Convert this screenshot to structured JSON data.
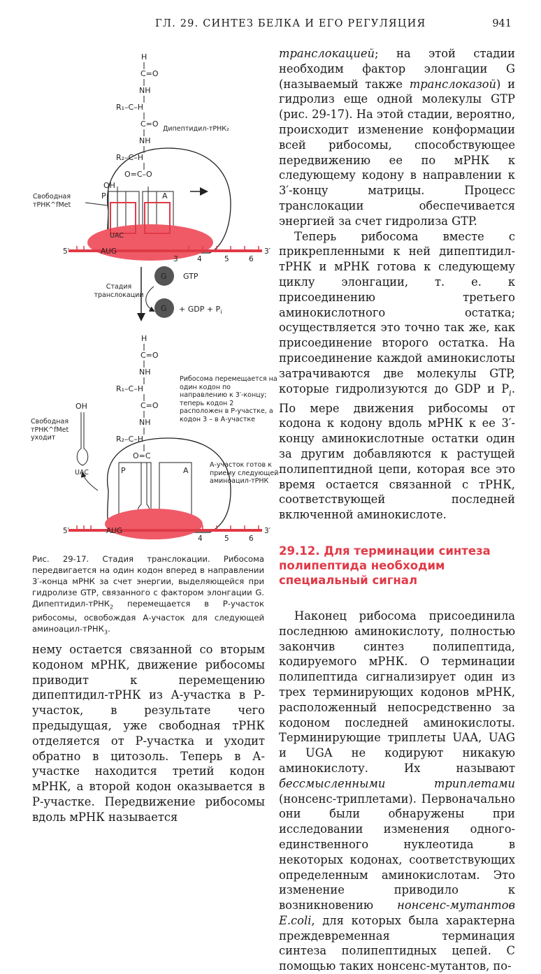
{
  "header": {
    "title": "ГЛ. 29. СИНТЕЗ БЕЛКА И ЕГО РЕГУЛЯЦИЯ",
    "page": "941"
  },
  "right_column": {
    "p1": [
      {
        "t": "транслокацией",
        "i": true
      },
      {
        "t": "; на этой стадии необходим фактор элонгации G (называемый также "
      },
      {
        "t": "транслоказой",
        "i": true
      },
      {
        "t": ") и гидролиз еще одной молекулы GTP (рис. 29-17). На этой стадии, вероятно, происходит изменение конформации всей рибосомы, способствующее передвижению ее по мРНК к следующему кодону в направлении к 3′-концу матрицы. Процесс транслокации обеспечивается энергией за счет гидролиза GTP."
      }
    ],
    "p2": [
      {
        "t": "Теперь рибосома вместе с прикрепленными к ней дипептидил-тРНК и мРНК готова к следующему циклу элонгации, т. е. к присоединению третьего аминокислотного остатка; осуществляется это точно так же, как присоединение второго остатка. На присоединение каждой аминокислоты затрачиваются две молекулы GTP, которые гидролизуются до GDP и P"
      },
      {
        "t": "i",
        "sub": true,
        "i": true
      },
      {
        "t": ". По мере движения рибосомы от кодона к кодону вдоль мРНК к ее 3′-концу аминокислотные остатки один за другим добавляются к растущей полипептидной цепи, которая все это время остается связанной с тРНК, соответствующей последней включенной аминокислоте."
      }
    ],
    "section_title": "29.12. Для терминации синтеза полипептида необходим специальный сигнал",
    "p3": [
      {
        "t": "Наконец рибосома присоединила последнюю аминокислоту, полностью закончив синтез полипептида, кодируемого мРНК. О терминации полипептида сигнализирует один из трех терминирующих кодонов мРНК, расположенный непосредственно за кодоном последней аминокислоты. Терминирующие триплеты UAA, UAG и UGA не кодируют никакую аминокислоту. Их называют "
      },
      {
        "t": "бессмысленными триплетами",
        "i": true
      },
      {
        "t": " (нонсенс-триплетами). Первоначально они были обнаружены при исследовании изменения одного-единственного нуклеотида в некоторых кодонах, соответствующих определенным аминокислотам. Это изменение приводило к возникновению "
      },
      {
        "t": "нонсенс-мутантов E.coli",
        "i": true
      },
      {
        "t": ", для которых была характерна преждевременная терминация синтеза полипептидных цепей. С помощью таких нонсенс-мутантов, по-"
      }
    ]
  },
  "left_column": {
    "p1": [
      {
        "t": "нему остается связанной со вторым кодоном мРНК, движение рибосомы приводит к перемещению дипептидил-тРНК из А-участка в Р-участок, в результате чего предыдущая, уже свободная тРНК отделяется от Р-участка и уходит обратно в цитозоль. Теперь в А-участке находится третий кодон мРНК, а второй кодон оказывается в Р-участке. Передвижение рибосомы вдоль мРНК называется"
      }
    ]
  },
  "caption": [
    {
      "t": "Рис. 29-17. Стадия транслокации. Рибосома передвигается на один кодон вперед в направлении 3′-конца мРНК за счет энергии, выделяющейся при гидролизе GTP, связанного с фактором элонгации G. Дипептидил-тРНК"
    },
    {
      "t": "2",
      "sub": true
    },
    {
      "t": " перемещается в Р-участок рибосомы, освобождая А-участок для следующей аминоацил-тРНК"
    },
    {
      "t": "3",
      "sub": true
    },
    {
      "t": "."
    }
  ],
  "figure": {
    "top": {
      "chain": [
        "H",
        "C=O",
        "NH",
        "R₁–C–H",
        "C=O",
        "NH",
        "R₂–C–H",
        "O=C–O"
      ],
      "dipeptidyl_label": "Дипептидил-тРНК₂",
      "free_trna_label": "Свободная тРНК^fMet",
      "oh": "OH",
      "site_p": "P",
      "site_a": "A",
      "anticodon": "UAC",
      "codon": "AUG",
      "mrna_5": "5′",
      "mrna_3": "3′",
      "codon_numbers": [
        "3",
        "4",
        "5",
        "6"
      ]
    },
    "stage_label": "Стадия транслокации",
    "g_factor": "G",
    "gtp": "GTP",
    "gdp_pi": "+ GDP + P",
    "pi_sub": "i",
    "bottom": {
      "chain": [
        "H",
        "C=O",
        "NH",
        "R₁–C–H",
        "C=O",
        "NH",
        "R₂–C–H",
        "O=C"
      ],
      "ribosome_moves": "Рибосома перемещается на один кодон по направлению к 3′-концу; теперь кодон 2 расположен в Р-участке, а кодон 3 – в А-участке",
      "free_trna_leaves": "Свободная тРНК^fMet уходит",
      "oh": "OH",
      "anticodon": "UAC",
      "a_site_ready": "А-участок готов к приему следующей аминоацил-тРНК",
      "site_p": "P",
      "site_a": "A",
      "codon": "AUG",
      "mrna_5": "5′",
      "mrna_3": "3′",
      "codon_numbers": [
        "4",
        "5",
        "6"
      ]
    },
    "colors": {
      "accent": "#e03a47",
      "ribosome": "#ef5a66",
      "sphere": "#555555"
    }
  }
}
